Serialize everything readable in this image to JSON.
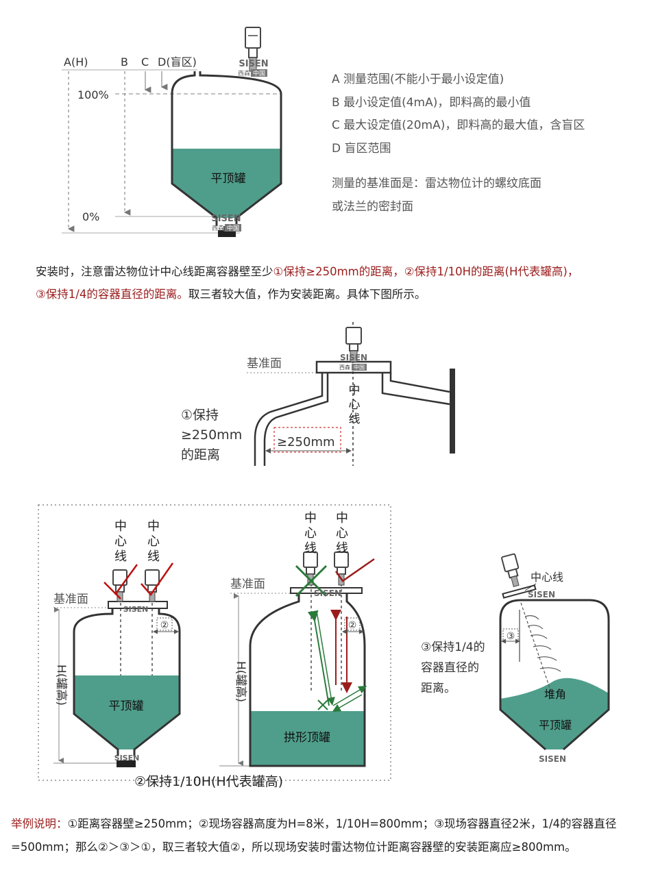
{
  "diagram1": {
    "labels": {
      "a": "A(H)",
      "b": "B",
      "c": "C",
      "d": "D(盲区)",
      "pct100": "100%",
      "pct0": "0%"
    },
    "tank_label": "平顶罐",
    "logo": {
      "brand": "SISEN",
      "sub_cn": "西森",
      "sub_box": "中国"
    }
  },
  "legend": {
    "items": [
      "A  测量范围(不能小于最小设定值)",
      "B  最小设定值(4mA)，即料高的最小值",
      "C  最大设定值(20mA)，即料高的最大值，含盲区",
      "D  盲区范围"
    ],
    "basis_line1": "测量的基准面是：雷达物位计的螺纹底面",
    "basis_line2": "或法兰的密封面"
  },
  "install_note": {
    "prefix": "安装时，注意雷达物位计中心线距离容器壁至少",
    "red_part1": "①保持≥250mm的距离，②保持1/10H的距离(H代表罐高)，",
    "red_part2": "③保持1/4的容器直径的距离。",
    "suffix": "取三者较大值，作为安装距离。具体下图所示。"
  },
  "diagram2": {
    "datum": "基准面",
    "center_line": "中心线",
    "keep_l1": "①保持",
    "keep_l2": "≥250mm",
    "keep_l3": "的距离",
    "dim": "≥250mm"
  },
  "diagram3": {
    "datum_left": "基准面",
    "datum_mid": "基准面",
    "center_line": "中心线",
    "h_label": "H(罐高)",
    "flat_tank": "平顶罐",
    "arch_tank": "拱形顶罐",
    "marker2": "②",
    "caption": "②保持1/10H(H代表罐高)"
  },
  "diagram4": {
    "center_line": "中心线",
    "marker3": "③",
    "keep_l1": "③保持1/4的",
    "keep_l2": "容器直径的",
    "keep_l3": "距离。",
    "pile": "堆角",
    "tank": "平顶罐"
  },
  "example": {
    "label": "举例说明：",
    "text": "①距离容器壁≥250mm；②现场容器高度为H=8米，1/10H=800mm；③现场容器直径2米，1/4的容器直径=500mm；那么②＞③＞①，取三者较大值②，所以现场安装时雷达物位计距离容器壁的安装距离应≥800mm。"
  },
  "colors": {
    "fill": "#4f9e8b",
    "red": "#9b1c1c",
    "green": "#2a7a3a"
  }
}
